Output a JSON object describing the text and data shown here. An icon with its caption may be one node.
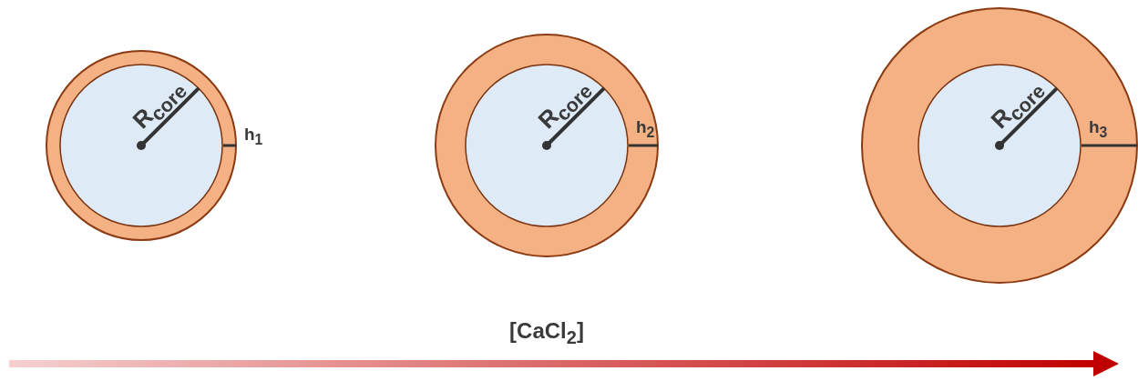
{
  "diagram": {
    "nodes": [
      {
        "text": [],
        "shape": "circle",
        "beside": [
          "h$_{1}$"
        ]
      },
      {
        "text": [
          "R$_{core}$"
        ],
        "in": 0
      },
      {
        "text": [],
        "shape": "circle",
        "beside": [
          "h$_{2}$"
        ]
      },
      {
        "text": [
          "R$_{core}$"
        ],
        "in": 2
      },
      {
        "text": [],
        "shape": "circle",
        "beside": [
          "h$_{3}$"
        ]
      },
      {
        "text": [
          "R$_{core}$"
        ],
        "in": 4
      }
    ],
    "labels": [
      "[CaCl$_{2}$]"
    ]
  }
}
